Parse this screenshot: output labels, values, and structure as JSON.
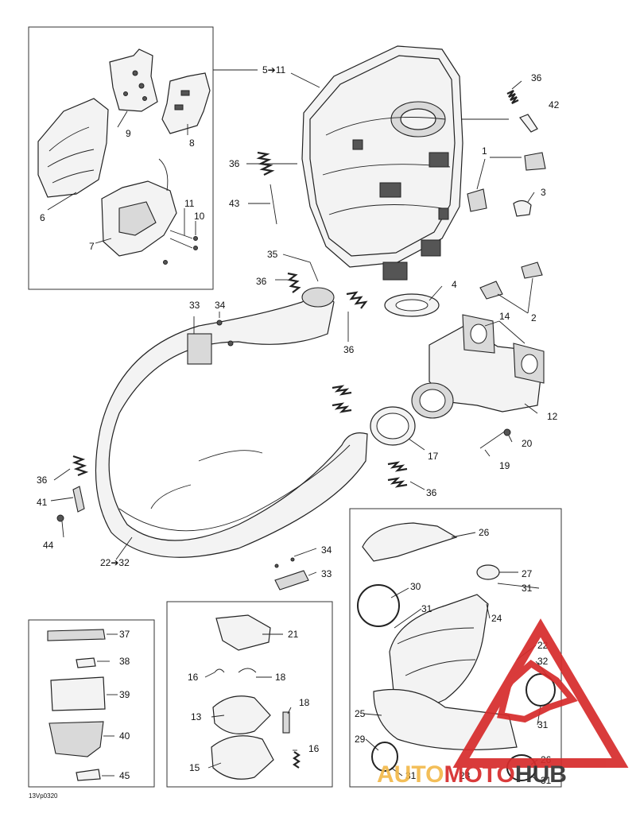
{
  "colors": {
    "watermark_red": "#d62b2b",
    "watermark_orange": "#f2b94a",
    "watermark_dark": "#333333"
  },
  "watermark": {
    "part1": "AUTO",
    "part2": "MOTO",
    "part3": "HUB"
  },
  "image_code": "13Vp0320",
  "labels": {
    "l5_11": "5➔11",
    "l36a": "36",
    "l42": "42",
    "l1": "1",
    "l3": "3",
    "l36b": "36",
    "l43": "43",
    "l9": "9",
    "l8": "8",
    "l6": "6",
    "l7": "7",
    "l11": "11",
    "l10": "10",
    "l35": "35",
    "l36c": "36",
    "l4": "4",
    "l2": "2",
    "l33a": "33",
    "l34a": "34",
    "l36d": "36",
    "l14": "14",
    "l12": "12",
    "l20": "20",
    "l19": "19",
    "l17": "17",
    "l36e": "36",
    "l36f": "36",
    "l41": "41",
    "l44": "44",
    "l22_32": "22➔32",
    "l34b": "34",
    "l33b": "33",
    "l26a": "26",
    "l27": "27",
    "l31a": "31",
    "l30": "30",
    "l31b": "31",
    "l24": "24",
    "l22": "22",
    "l32": "32",
    "l31c": "31",
    "l25": "25",
    "l29": "29",
    "l31d": "31",
    "l23": "23",
    "l26b": "26",
    "l31e": "31",
    "l37": "37",
    "l38": "38",
    "l39": "39",
    "l40": "40",
    "l45": "45",
    "l21": "21",
    "l16a": "16",
    "l18a": "18",
    "l18b": "18",
    "l13": "13",
    "l16b": "16",
    "l15": "15"
  }
}
